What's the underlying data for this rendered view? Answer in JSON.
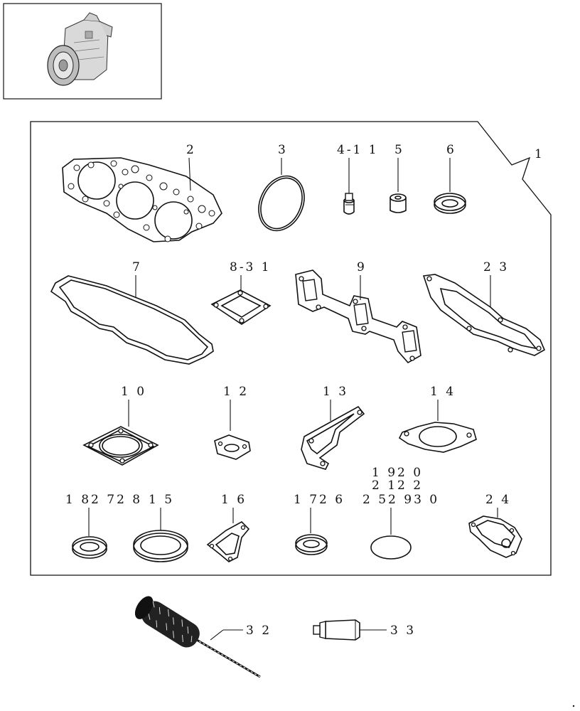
{
  "callouts": {
    "c1": "1",
    "c2": "2",
    "c3": "3",
    "c4": "4-1 1",
    "c5": "5",
    "c6": "6",
    "c7": "7",
    "c8": "8-3 1",
    "c9": "9",
    "c23": "2 3",
    "c10": "1 0",
    "c12": "1 2",
    "c13": "1 3",
    "c14": "1 4",
    "c18": "1 82 72 8",
    "c15": "1 5",
    "c16": "1 6",
    "c17": "1 72 6",
    "c19a": "1 92 0",
    "c19b": "2 12 2",
    "c19c": "2 52 93 0",
    "c24": "2 4",
    "c32": "3 2",
    "c33": "3 3"
  },
  "icons": {
    "thumbnail": "engine-thumbnail-icon",
    "brush": "cylinder-brush-icon",
    "tube": "sealant-tube-icon"
  },
  "colors": {
    "line": "#111111",
    "background": "#ffffff"
  }
}
